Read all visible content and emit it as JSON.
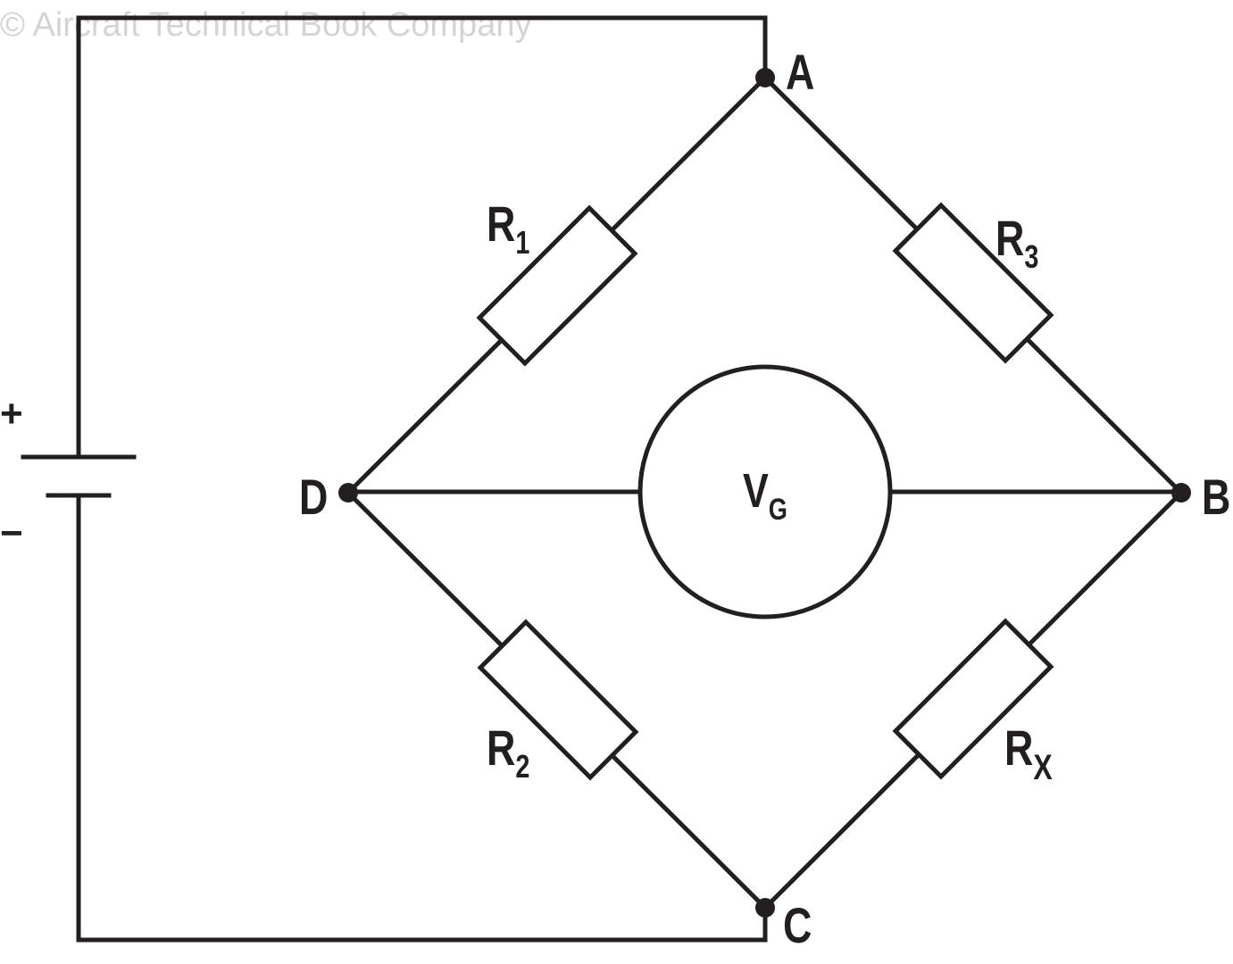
{
  "watermark": "© Aircraft Technical Book Company",
  "battery": {
    "plus": "+",
    "minus": "−"
  },
  "nodes": {
    "a": "A",
    "b": "B",
    "c": "C",
    "d": "D"
  },
  "resistors": {
    "r1": {
      "main": "R",
      "sub": "1"
    },
    "r2": {
      "main": "R",
      "sub": "2"
    },
    "r3": {
      "main": "R",
      "sub": "3"
    },
    "rx": {
      "main": "R",
      "sub": "X"
    }
  },
  "meter": {
    "main": "V",
    "sub": "G"
  },
  "colors": {
    "ink": "#231f20",
    "watermark": "#d4d4d4"
  }
}
